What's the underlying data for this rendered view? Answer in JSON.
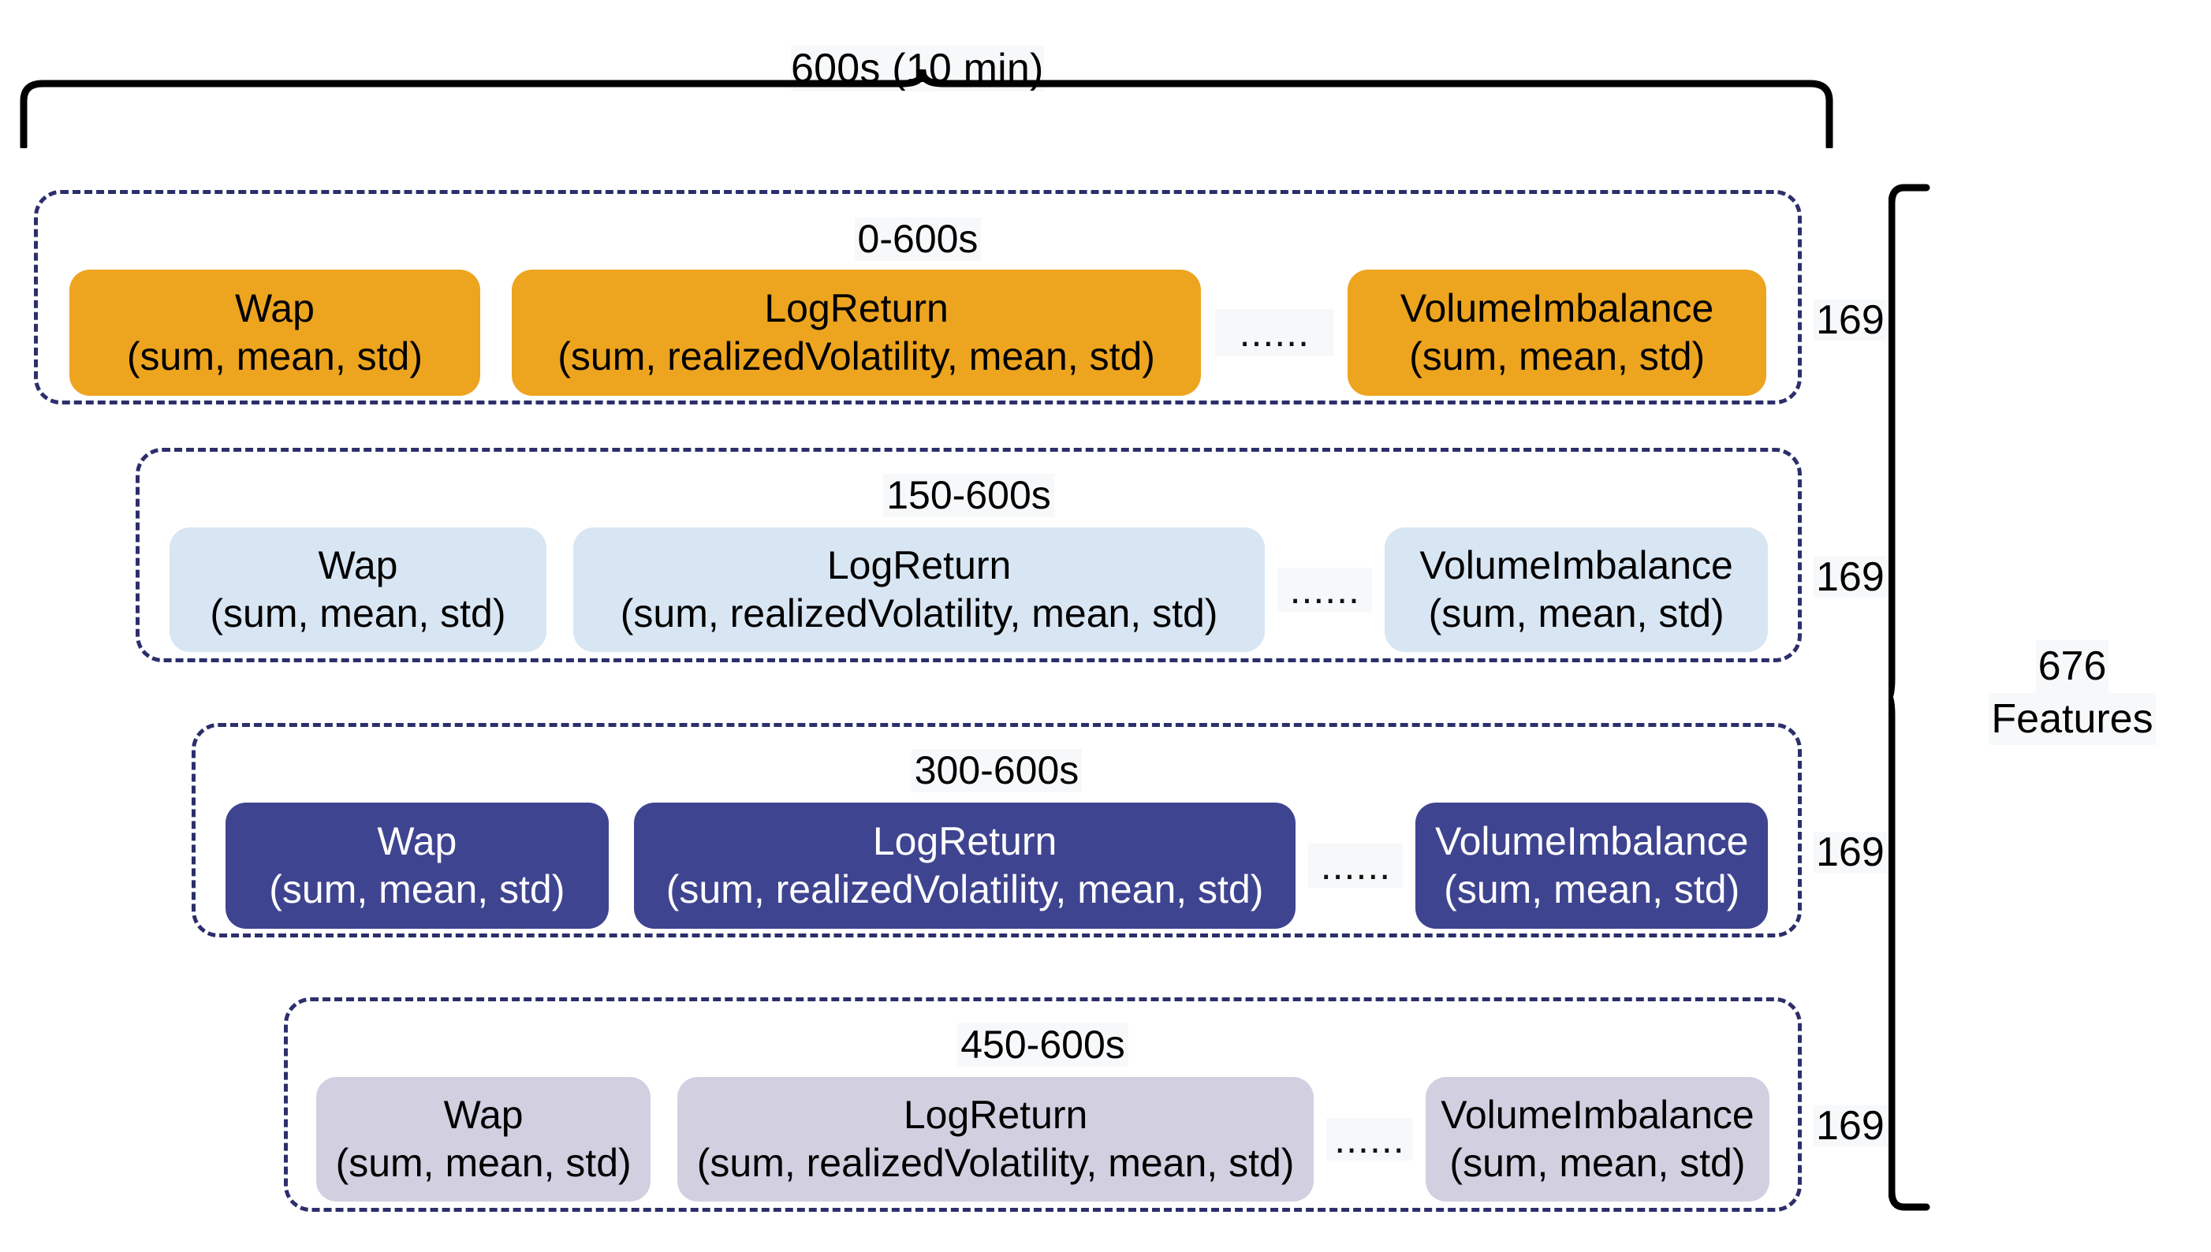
{
  "diagram": {
    "top_bracket_label": "600s (10 min)",
    "total_label_value": "676",
    "total_label_unit": "Features",
    "ellipsis": "......",
    "rows": [
      {
        "time_label": "0-600s",
        "count": "169",
        "theme": "orange",
        "color": "#eda41f",
        "text_color": "#000000",
        "features": [
          {
            "name": "Wap",
            "aggs": "(sum, mean, std)"
          },
          {
            "name": "LogReturn",
            "aggs": "(sum, realizedVolatility, mean, std)"
          },
          {
            "name": "VolumeImbalance",
            "aggs": "(sum, mean, std)"
          }
        ]
      },
      {
        "time_label": "150-600s",
        "count": "169",
        "theme": "lightblue",
        "color": "#d8e5f2",
        "text_color": "#000000",
        "features": [
          {
            "name": "Wap",
            "aggs": "(sum, mean, std)"
          },
          {
            "name": "LogReturn",
            "aggs": "(sum, realizedVolatility, mean, std)"
          },
          {
            "name": "VolumeImbalance",
            "aggs": "(sum, mean, std)"
          }
        ]
      },
      {
        "time_label": "300-600s",
        "count": "169",
        "theme": "navy",
        "color": "#3f4490",
        "text_color": "#ffffff",
        "features": [
          {
            "name": "Wap",
            "aggs": "(sum, mean, std)"
          },
          {
            "name": "LogReturn",
            "aggs": "(sum, realizedVolatility, mean, std)"
          },
          {
            "name": "VolumeImbalance",
            "aggs": "(sum, mean, std)"
          }
        ]
      },
      {
        "time_label": "450-600s",
        "count": "169",
        "theme": "lavender",
        "color": "#d2d0e0",
        "text_color": "#000000",
        "features": [
          {
            "name": "Wap",
            "aggs": "(sum, mean, std)"
          },
          {
            "name": "LogReturn",
            "aggs": "(sum, realizedVolatility, mean, std)"
          },
          {
            "name": "VolumeImbalance",
            "aggs": "(sum, mean, std)"
          }
        ]
      }
    ],
    "colors": {
      "dashed_border": "#2c2f6b",
      "brace": "#000000",
      "label_bg": "#f6f8fa",
      "background": "#ffffff"
    }
  }
}
